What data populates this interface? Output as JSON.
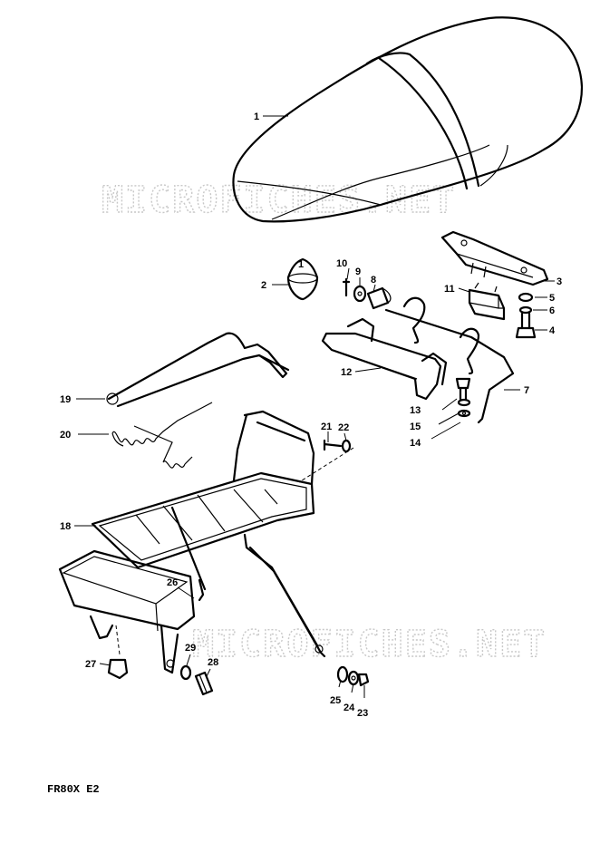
{
  "watermark": "MICROFICHES.NET",
  "model_code": "FR80X E2",
  "callouts": [
    {
      "id": "1",
      "label": "1"
    },
    {
      "id": "1b",
      "label": "1"
    },
    {
      "id": "2",
      "label": "2"
    },
    {
      "id": "3",
      "label": "3"
    },
    {
      "id": "4",
      "label": "4"
    },
    {
      "id": "5",
      "label": "5"
    },
    {
      "id": "6",
      "label": "6"
    },
    {
      "id": "7",
      "label": "7"
    },
    {
      "id": "8",
      "label": "8"
    },
    {
      "id": "9",
      "label": "9"
    },
    {
      "id": "10",
      "label": "10"
    },
    {
      "id": "11",
      "label": "11"
    },
    {
      "id": "12",
      "label": "12"
    },
    {
      "id": "13",
      "label": "13"
    },
    {
      "id": "14",
      "label": "14"
    },
    {
      "id": "15",
      "label": "15"
    },
    {
      "id": "18",
      "label": "18"
    },
    {
      "id": "19",
      "label": "19"
    },
    {
      "id": "20",
      "label": "20"
    },
    {
      "id": "21",
      "label": "21"
    },
    {
      "id": "22",
      "label": "22"
    },
    {
      "id": "23",
      "label": "23"
    },
    {
      "id": "24",
      "label": "24"
    },
    {
      "id": "25",
      "label": "25"
    },
    {
      "id": "26",
      "label": "26"
    },
    {
      "id": "27",
      "label": "27"
    },
    {
      "id": "28",
      "label": "28"
    },
    {
      "id": "29",
      "label": "29"
    }
  ]
}
